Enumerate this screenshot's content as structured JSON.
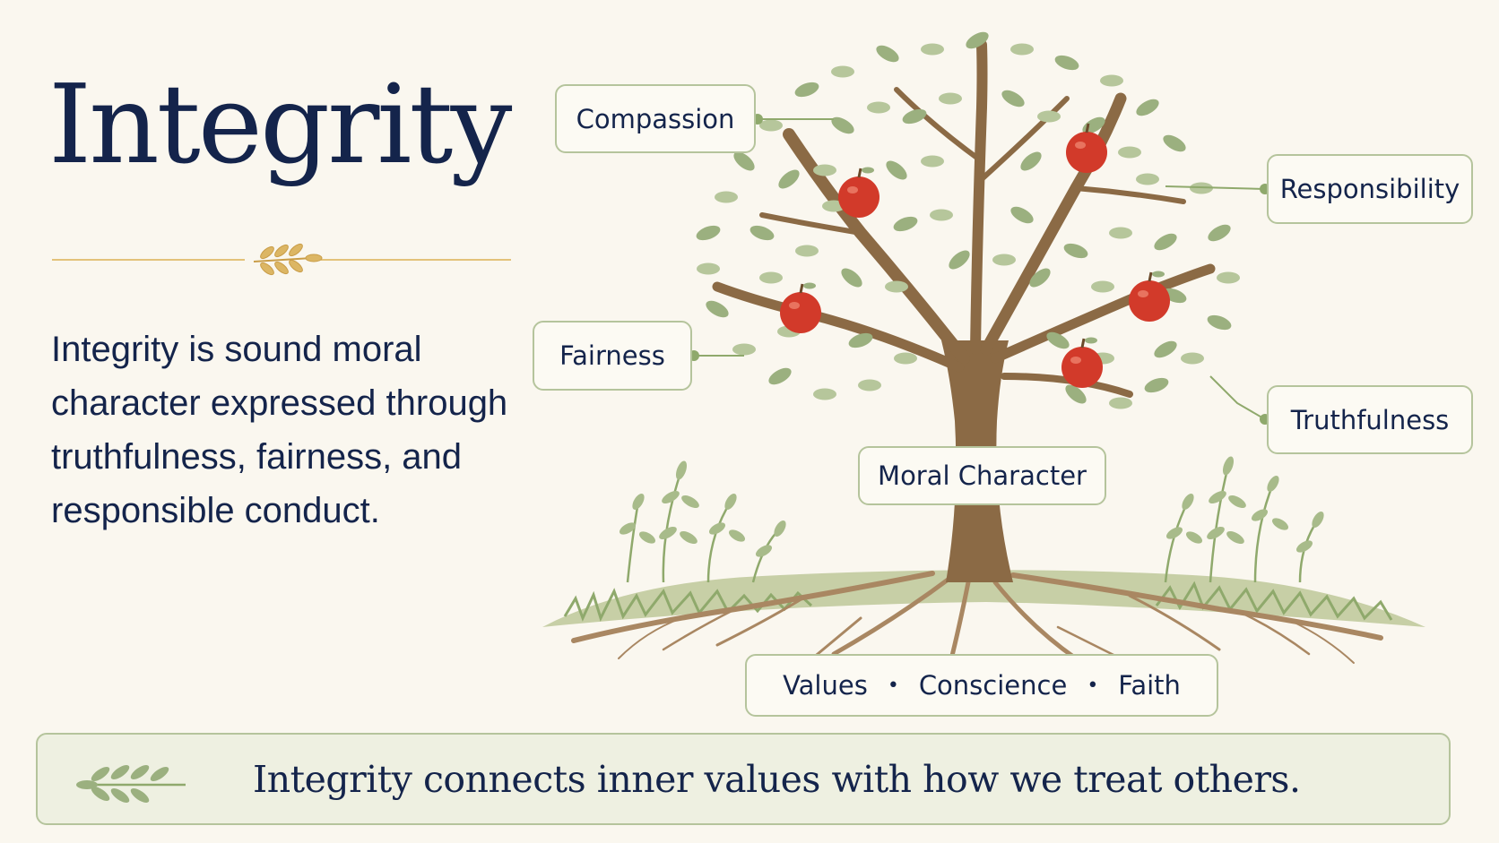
{
  "title": "Integrity",
  "description": "Integrity is sound moral character expressed through truthfulness, fairness, and responsible conduct.",
  "branch_labels": {
    "compassion": "Compassion",
    "responsibility": "Responsibility",
    "fairness": "Fairness",
    "truthfulness": "Truthfulness"
  },
  "trunk_label": "Moral Character",
  "roots": {
    "items": [
      "Values",
      "Conscience",
      "Faith"
    ],
    "separator": "•"
  },
  "footer": {
    "text": "Integrity connects inner values with how we treat others."
  },
  "colors": {
    "navy": "#14244b",
    "leaf_green": "#9bb07f",
    "trunk_brown": "#8b6a45",
    "apple_red": "#d23a2a",
    "accent_gold": "#e3c27a",
    "label_border": "#b5c49c",
    "background": "#faf7ef"
  }
}
